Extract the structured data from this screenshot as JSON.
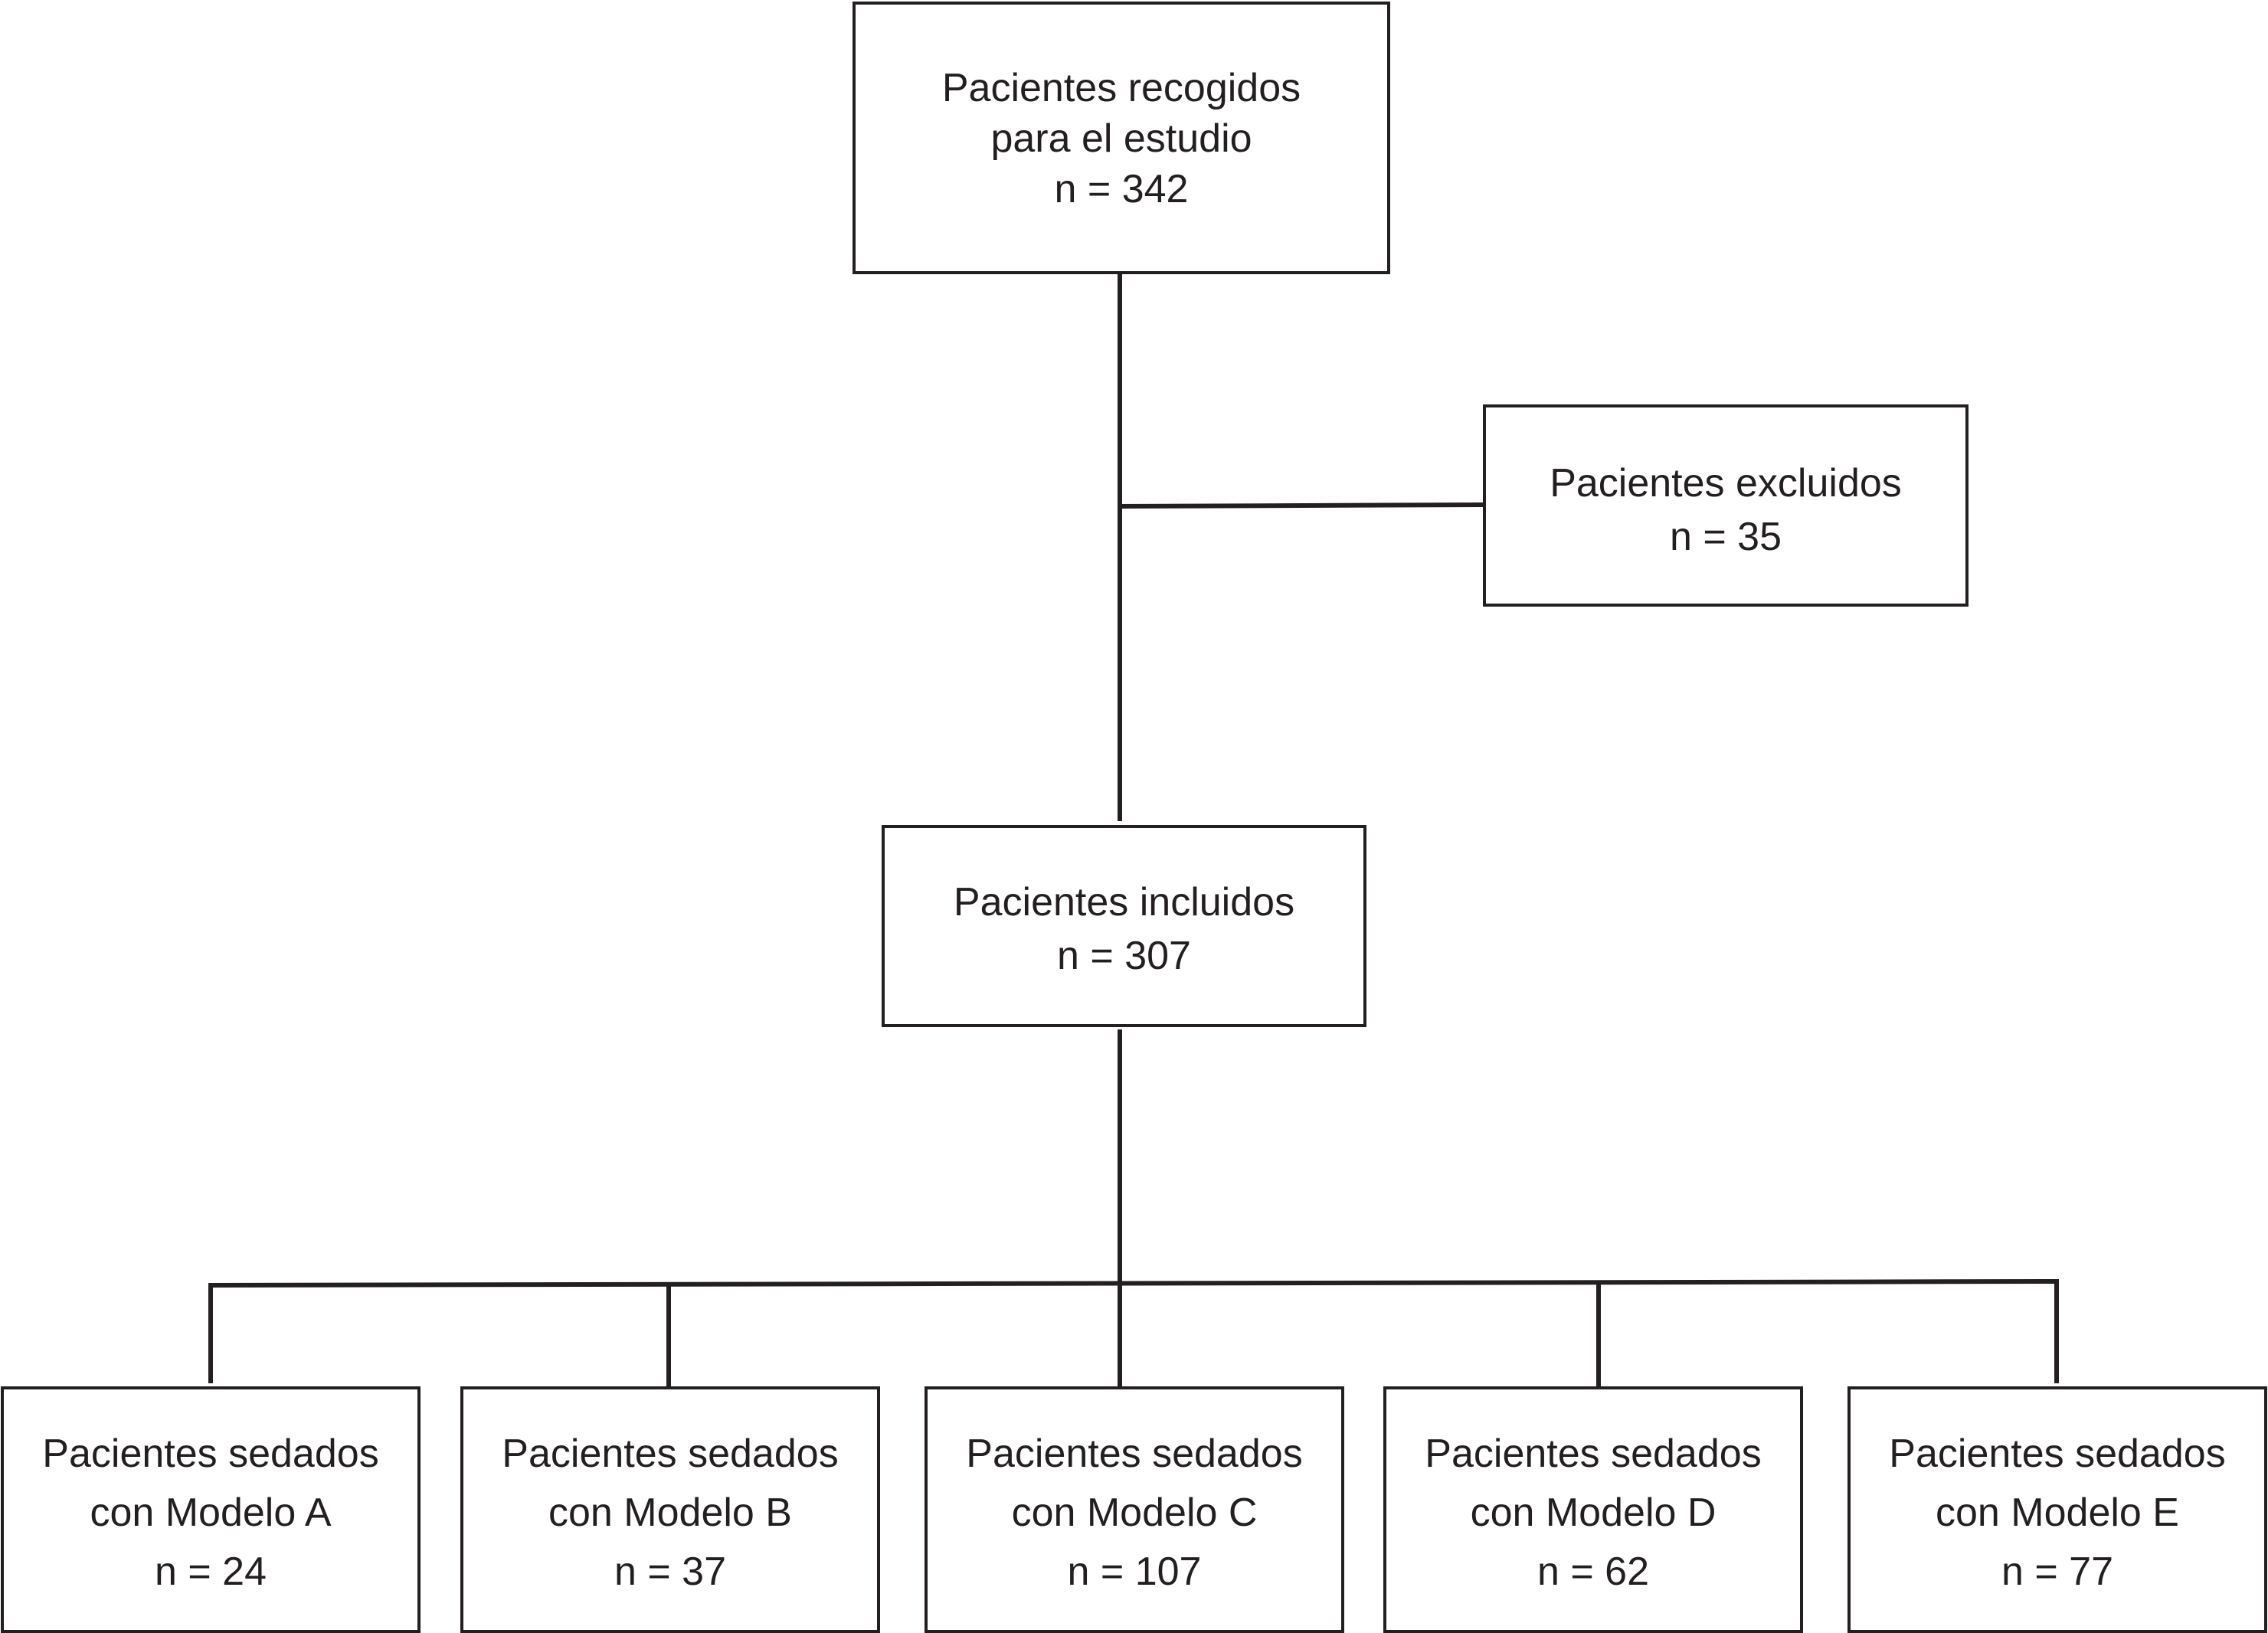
{
  "nodes": {
    "collected": {
      "lines": [
        "Pacientes recogidos",
        "para el estudio",
        "n = 342"
      ]
    },
    "excluded": {
      "lines": [
        "Pacientes excluidos",
        "n = 35"
      ]
    },
    "included": {
      "lines": [
        "Pacientes incluidos",
        "n = 307"
      ]
    },
    "groups": [
      {
        "lines": [
          "Pacientes sedados",
          "con Modelo A",
          "n = 24"
        ]
      },
      {
        "lines": [
          "Pacientes sedados",
          "con Modelo B",
          "n = 37"
        ]
      },
      {
        "lines": [
          "Pacientes sedados",
          "con Modelo C",
          "n = 107"
        ]
      },
      {
        "lines": [
          "Pacientes sedados",
          "con Modelo D",
          "n = 62"
        ]
      },
      {
        "lines": [
          "Pacientes sedados",
          "con Modelo E",
          "n = 77"
        ]
      }
    ]
  },
  "edges": [
    {
      "from": "collected",
      "to": "included"
    },
    {
      "from": "collected",
      "to": "excluded"
    },
    {
      "from": "included",
      "to": "group-a"
    },
    {
      "from": "included",
      "to": "group-b"
    },
    {
      "from": "included",
      "to": "group-c"
    },
    {
      "from": "included",
      "to": "group-d"
    },
    {
      "from": "included",
      "to": "group-e"
    }
  ],
  "colors": {
    "stroke": "#231f20",
    "text": "#231f20",
    "background": "#ffffff"
  }
}
